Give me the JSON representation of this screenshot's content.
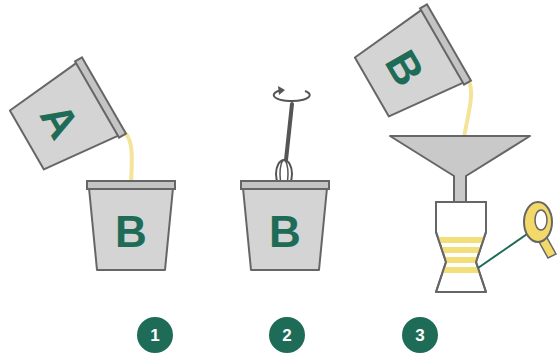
{
  "diagram": {
    "nodes": [
      {
        "text": [
          "A"
        ]
      },
      {
        "text": [
          "B"
        ]
      },
      {
        "text": [
          "B"
        ]
      },
      {
        "text": [
          "B"
        ]
      },
      {
        "text": [
          "1"
        ]
      },
      {
        "text": [
          "2"
        ]
      },
      {
        "text": [
          "3"
        ]
      }
    ]
  }
}
